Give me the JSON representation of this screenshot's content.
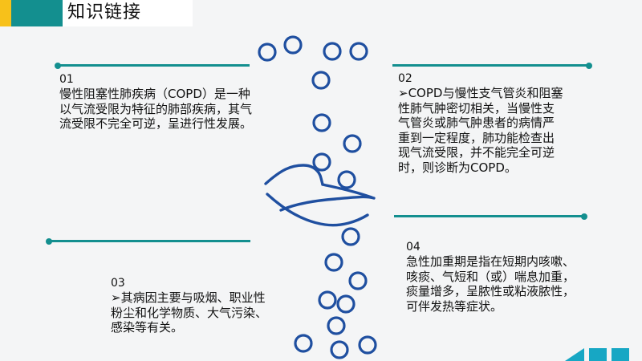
{
  "header": {
    "title": "知识链接"
  },
  "sections": [
    {
      "num": "01",
      "text": "慢性阻塞性肺疾病（COPD）是一种以气流受限为特征的肺部疾病，其气流受限不完全可逆，呈进行性发展。"
    },
    {
      "num": "02",
      "text": "➢COPD与慢性支气管炎和阻塞性肺气肿密切相关，当慢性支气管炎或肺气肿患者的病情严重到一定程度，肺功能检查出现气流受限，并不能完全可逆时，则诊断为COPD。"
    },
    {
      "num": "03",
      "text": "➢其病因主要与吸烟、职业性粉尘和化学物质、大气污染、感染等有关。"
    },
    {
      "num": "04",
      "text": "急性加重期是指在短期内咳嗽、咳痰、气短和（或）喘息加重，痰量增多，呈脓性或粘液脓性，可伴发热等症状。"
    }
  ],
  "colors": {
    "accent_teal": "#138f8f",
    "accent_yellow": "#f7c11a",
    "ring_blue": "#1f4fa0",
    "corner_cyan": "#17a7c4"
  }
}
